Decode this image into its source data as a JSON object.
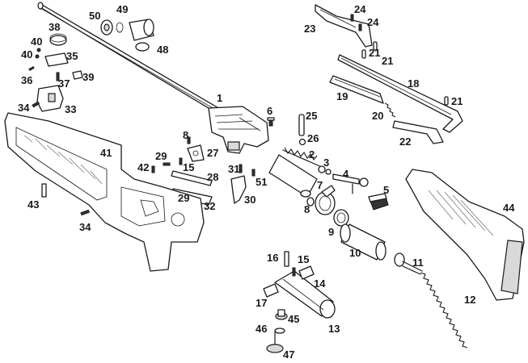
{
  "diagram": {
    "parts": [
      {
        "id": "p1",
        "number": "1"
      },
      {
        "id": "p2",
        "number": "2"
      },
      {
        "id": "p3",
        "number": "3"
      },
      {
        "id": "p4",
        "number": "4"
      },
      {
        "id": "p5",
        "number": "5"
      },
      {
        "id": "p6",
        "number": "6"
      },
      {
        "id": "p7",
        "number": "7"
      },
      {
        "id": "p8a",
        "number": "8"
      },
      {
        "id": "p8b",
        "number": "8"
      },
      {
        "id": "p9",
        "number": "9"
      },
      {
        "id": "p10",
        "number": "10"
      },
      {
        "id": "p11",
        "number": "11"
      },
      {
        "id": "p12",
        "number": "12"
      },
      {
        "id": "p13",
        "number": "13"
      },
      {
        "id": "p14",
        "number": "14"
      },
      {
        "id": "p15a",
        "number": "15"
      },
      {
        "id": "p15b",
        "number": "15"
      },
      {
        "id": "p16",
        "number": "16"
      },
      {
        "id": "p17",
        "number": "17"
      },
      {
        "id": "p18",
        "number": "18"
      },
      {
        "id": "p19",
        "number": "19"
      },
      {
        "id": "p20",
        "number": "20"
      },
      {
        "id": "p21a",
        "number": "21"
      },
      {
        "id": "p21b",
        "number": "21"
      },
      {
        "id": "p21c",
        "number": "21"
      },
      {
        "id": "p22",
        "number": "22"
      },
      {
        "id": "p23",
        "number": "23"
      },
      {
        "id": "p24a",
        "number": "24"
      },
      {
        "id": "p24b",
        "number": "24"
      },
      {
        "id": "p25",
        "number": "25"
      },
      {
        "id": "p26",
        "number": "26"
      },
      {
        "id": "p27",
        "number": "27"
      },
      {
        "id": "p28",
        "number": "28"
      },
      {
        "id": "p29a",
        "number": "29"
      },
      {
        "id": "p29b",
        "number": "29"
      },
      {
        "id": "p30",
        "number": "30"
      },
      {
        "id": "p31",
        "number": "31"
      },
      {
        "id": "p32",
        "number": "32"
      },
      {
        "id": "p33",
        "number": "33"
      },
      {
        "id": "p34a",
        "number": "34"
      },
      {
        "id": "p34b",
        "number": "34"
      },
      {
        "id": "p35",
        "number": "35"
      },
      {
        "id": "p36",
        "number": "36"
      },
      {
        "id": "p37",
        "number": "37"
      },
      {
        "id": "p38",
        "number": "38"
      },
      {
        "id": "p39",
        "number": "39"
      },
      {
        "id": "p40a",
        "number": "40"
      },
      {
        "id": "p40b",
        "number": "40"
      },
      {
        "id": "p41",
        "number": "41"
      },
      {
        "id": "p42",
        "number": "42"
      },
      {
        "id": "p43",
        "number": "43"
      },
      {
        "id": "p44",
        "number": "44"
      },
      {
        "id": "p45",
        "number": "45"
      },
      {
        "id": "p46",
        "number": "46"
      },
      {
        "id": "p47",
        "number": "47"
      },
      {
        "id": "p48",
        "number": "48"
      },
      {
        "id": "p49",
        "number": "49"
      },
      {
        "id": "p50",
        "number": "50"
      },
      {
        "id": "p51",
        "number": "51"
      }
    ]
  }
}
